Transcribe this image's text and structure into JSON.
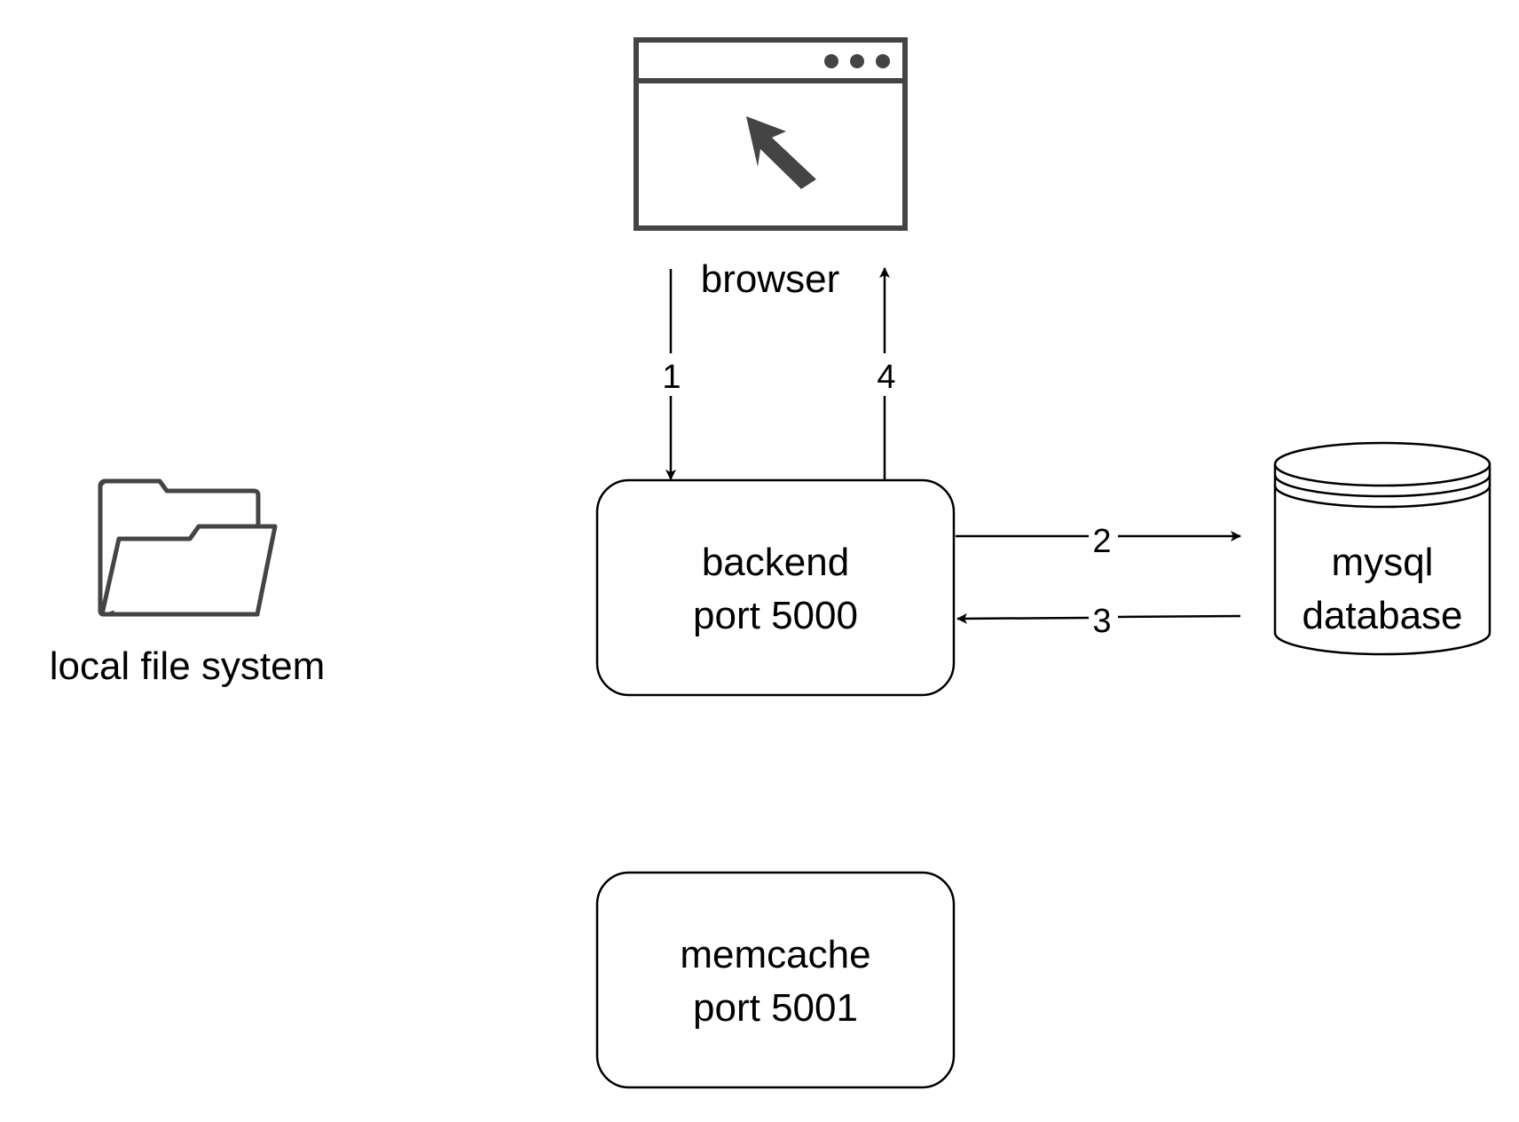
{
  "nodes": {
    "browser": {
      "label": "browser",
      "icon": "browser-window-icon"
    },
    "backend": {
      "line1": "backend",
      "line2": "port 5000"
    },
    "database": {
      "line1": "mysql",
      "line2": "database",
      "icon": "database-cylinder-icon"
    },
    "filesystem": {
      "label": "local file system",
      "icon": "folder-icon"
    },
    "memcache": {
      "line1": "memcache",
      "line2": "port 5001"
    }
  },
  "edges": [
    {
      "id": "edge-1",
      "label": "1",
      "from": "browser",
      "to": "backend"
    },
    {
      "id": "edge-2",
      "label": "2",
      "from": "backend",
      "to": "database"
    },
    {
      "id": "edge-3",
      "label": "3",
      "from": "database",
      "to": "backend"
    },
    {
      "id": "edge-4",
      "label": "4",
      "from": "backend",
      "to": "browser"
    }
  ],
  "colors": {
    "stroke": "#000000",
    "icon": "#444444",
    "background": "#ffffff"
  }
}
